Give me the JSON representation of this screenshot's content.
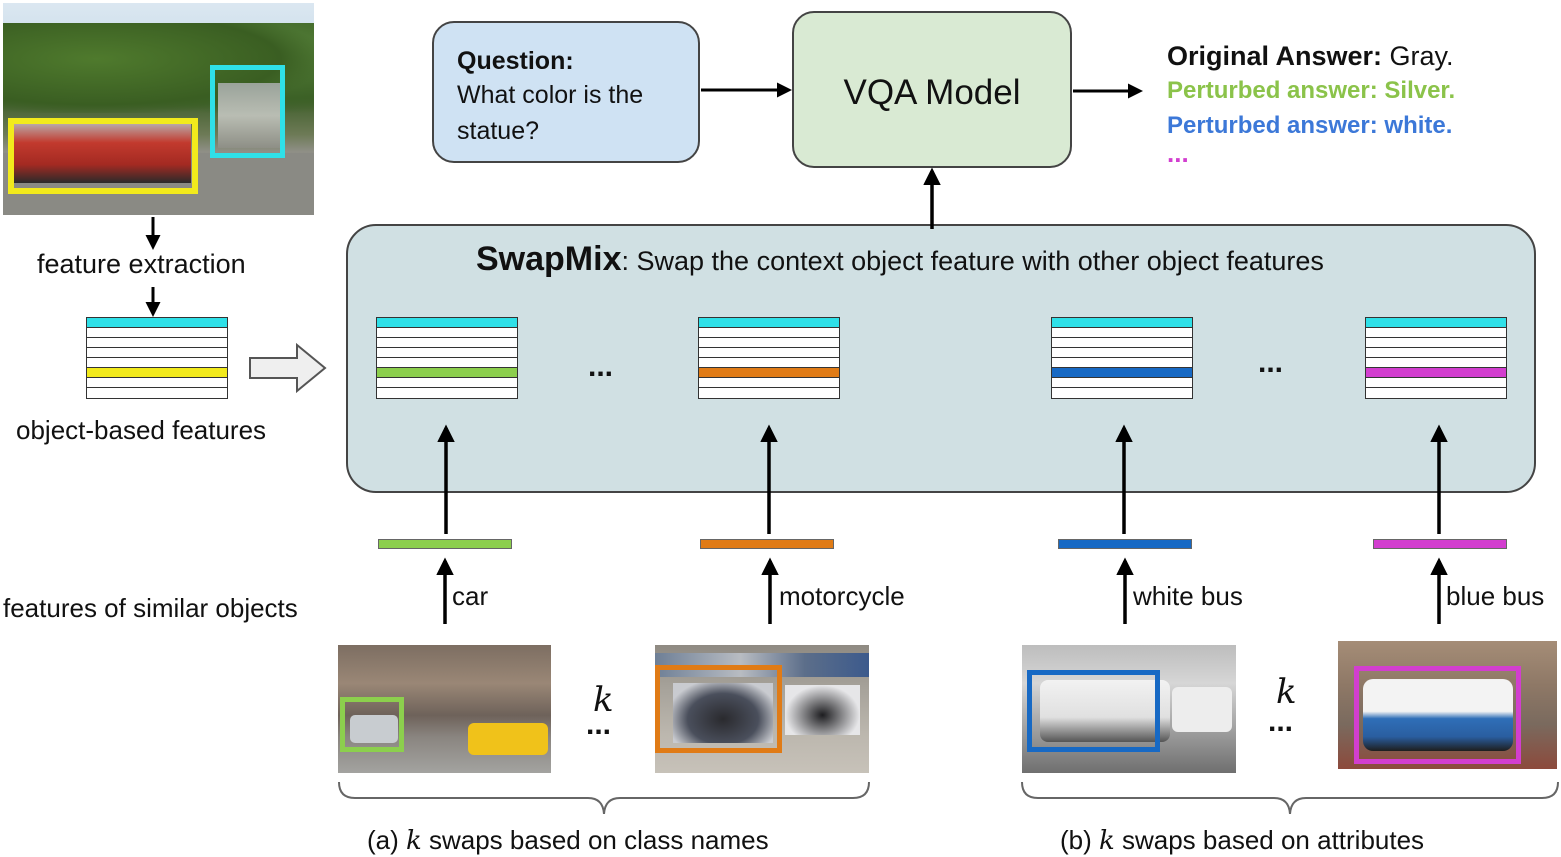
{
  "colors": {
    "cyan": "#2fe0e8",
    "yellow": "#f2ea1c",
    "green": "#8ccf4d",
    "orange": "#e07b16",
    "blue": "#1769c4",
    "magenta": "#d23ecf",
    "question_fill": "#cfe2f3",
    "vqa_fill": "#d9ead3",
    "swapmix_fill": "#d0e0e3",
    "answer_green": "#8bc34a",
    "answer_blue": "#3c78d8",
    "ellipsis_magenta": "#d23ecf"
  },
  "left": {
    "feature_extraction": "feature extraction",
    "object_features": "object-based features",
    "similar_objects": "features of similar objects"
  },
  "question": {
    "title": "Question:",
    "line1": "What color is the",
    "line2": "statue?"
  },
  "vqa": {
    "label": "VQA Model"
  },
  "answers": {
    "original_label": "Original Answer:",
    "original_value": " Gray.",
    "perturbed_1": "Perturbed answer: Silver.",
    "perturbed_2": "Perturbed answer: white.",
    "more": "..."
  },
  "swapmix": {
    "title": "SwapMix",
    "description": ": Swap the context object feature with other object features",
    "ellipsis": "..."
  },
  "swaps": [
    {
      "label": "car",
      "color": "green"
    },
    {
      "label": "motorcycle",
      "color": "orange"
    },
    {
      "label": "white bus",
      "color": "blue"
    },
    {
      "label": "blue bus",
      "color": "magenta"
    }
  ],
  "bottom": {
    "k": "k",
    "dots": "...",
    "caption_a_prefix": "(a) ",
    "caption_a_suffix": " swaps based on class names",
    "caption_b_prefix": "(b) ",
    "caption_b_suffix": " swaps based on attributes"
  }
}
